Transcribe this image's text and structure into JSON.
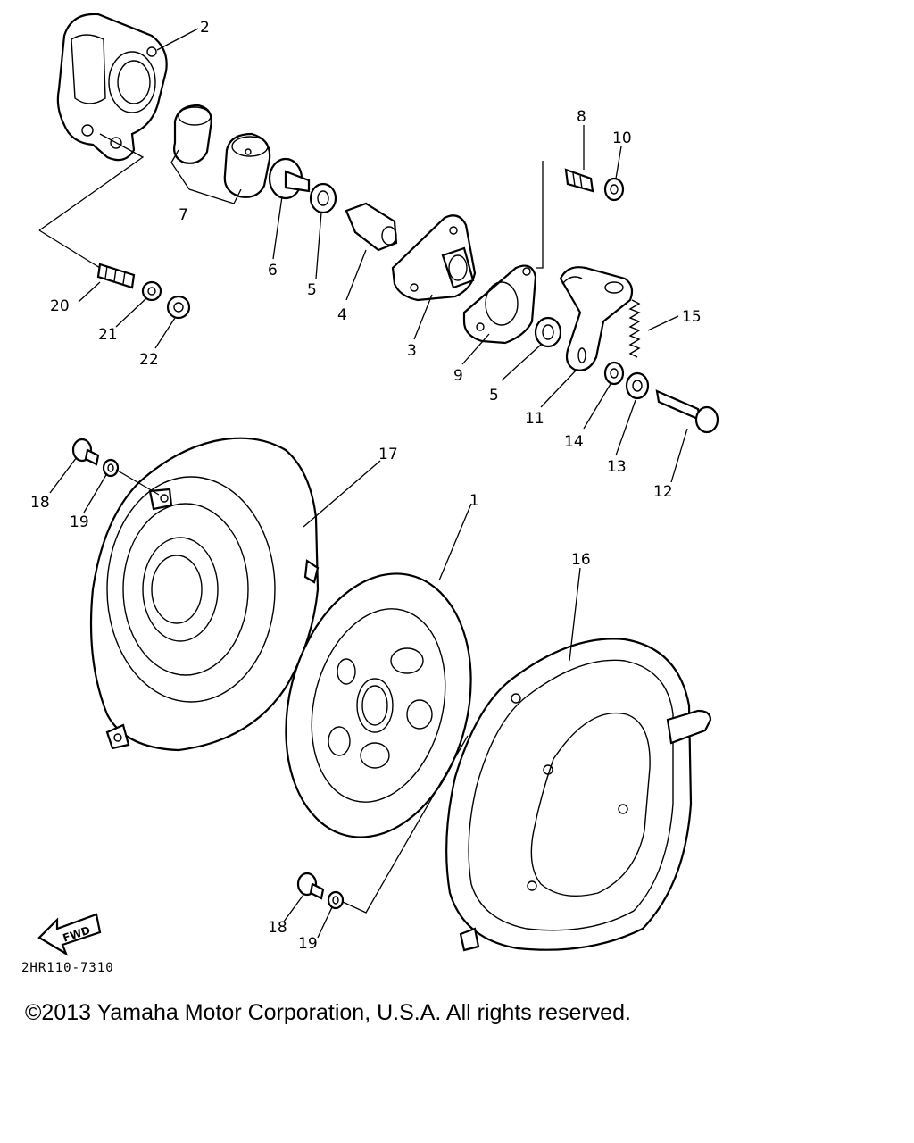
{
  "diagram": {
    "callouts": [
      {
        "id": "c2",
        "text": "2"
      },
      {
        "id": "c7",
        "text": "7"
      },
      {
        "id": "c6",
        "text": "6"
      },
      {
        "id": "c5a",
        "text": "5"
      },
      {
        "id": "c4",
        "text": "4"
      },
      {
        "id": "c3",
        "text": "3"
      },
      {
        "id": "c9",
        "text": "9"
      },
      {
        "id": "c5b",
        "text": "5"
      },
      {
        "id": "c8",
        "text": "8"
      },
      {
        "id": "c10",
        "text": "10"
      },
      {
        "id": "c11",
        "text": "11"
      },
      {
        "id": "c15",
        "text": "15"
      },
      {
        "id": "c14",
        "text": "14"
      },
      {
        "id": "c13",
        "text": "13"
      },
      {
        "id": "c12",
        "text": "12"
      },
      {
        "id": "c20",
        "text": "20"
      },
      {
        "id": "c21",
        "text": "21"
      },
      {
        "id": "c22",
        "text": "22"
      },
      {
        "id": "c17",
        "text": "17"
      },
      {
        "id": "c18a",
        "text": "18"
      },
      {
        "id": "c19a",
        "text": "19"
      },
      {
        "id": "c1",
        "text": "1"
      },
      {
        "id": "c16",
        "text": "16"
      },
      {
        "id": "c18b",
        "text": "18"
      },
      {
        "id": "c19b",
        "text": "19"
      }
    ],
    "fwd_label": "FWD",
    "diagram_code": "2HR110-7310"
  },
  "footer": {
    "copyright": "©2013 Yamaha Motor Corporation, U.S.A. All rights reserved."
  }
}
